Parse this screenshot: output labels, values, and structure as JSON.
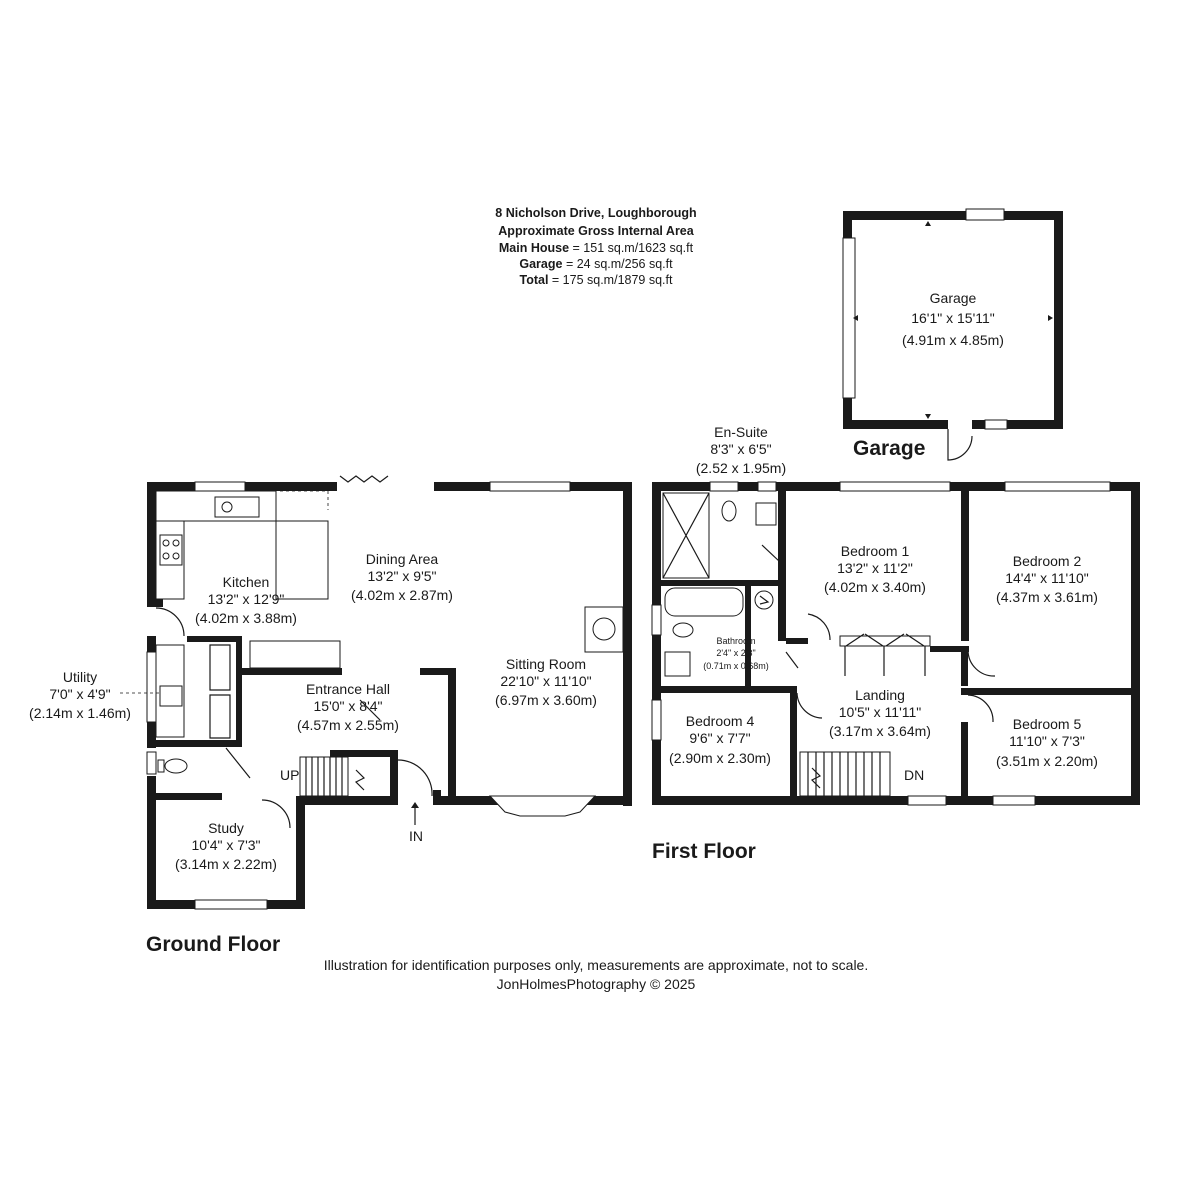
{
  "header": {
    "address": "8 Nicholson Drive, Loughborough",
    "subtitle": "Approximate Gross Internal Area",
    "main_house_label": "Main House",
    "main_house_value": " = 151 sq.m/1623 sq.ft",
    "garage_label": "Garage",
    "garage_value": " = 24 sq.m/256 sq.ft",
    "total_label": "Total",
    "total_value": " = 175 sq.m/1879 sq.ft"
  },
  "floors": {
    "ground": "Ground Floor",
    "first": "First Floor",
    "garage": "Garage"
  },
  "rooms": {
    "garage": {
      "name": "Garage",
      "imperial": "16'1\" x 15'11\"",
      "metric": "(4.91m x 4.85m)"
    },
    "kitchen": {
      "name": "Kitchen",
      "imperial": "13'2\" x 12'9\"",
      "metric": "(4.02m x 3.88m)"
    },
    "dining": {
      "name": "Dining Area",
      "imperial": "13'2\" x 9'5\"",
      "metric": "(4.02m x 2.87m)"
    },
    "sitting": {
      "name": "Sitting Room",
      "imperial": "22'10\" x 11'10\"",
      "metric": "(6.97m x 3.60m)"
    },
    "utility": {
      "name": "Utility",
      "imperial": "7'0\" x 4'9\"",
      "metric": "(2.14m x 1.46m)"
    },
    "hall": {
      "name": "Entrance Hall",
      "imperial": "15'0\" x 8'4\"",
      "metric": "(4.57m x 2.55m)"
    },
    "study": {
      "name": "Study",
      "imperial": "10'4\" x 7'3\"",
      "metric": "(3.14m x 2.22m)"
    },
    "ensuite": {
      "name": "En-Suite",
      "imperial": "8'3\" x 6'5\"",
      "metric": "(2.52 x 1.95m)"
    },
    "bed1": {
      "name": "Bedroom 1",
      "imperial": "13'2\" x 11'2\"",
      "metric": "(4.02m x 3.40m)"
    },
    "bed2": {
      "name": "Bedroom 2",
      "imperial": "14'4\" x 11'10\"",
      "metric": "(4.37m x 3.61m)"
    },
    "bathroom": {
      "name": "Bathroom",
      "imperial": "2'4\" x 2'3\"",
      "metric": "(0.71m x 0.68m)"
    },
    "landing": {
      "name": "Landing",
      "imperial": "10'5\" x 11'11\"",
      "metric": "(3.17m x 3.64m)"
    },
    "bed4": {
      "name": "Bedroom 4",
      "imperial": "9'6\" x 7'7\"",
      "metric": "(2.90m x 2.30m)"
    },
    "bed5": {
      "name": "Bedroom 5",
      "imperial": "11'10\" x 7'3\"",
      "metric": "(3.51m x 2.20m)"
    }
  },
  "markers": {
    "up": "UP",
    "down": "DN",
    "entrance": "IN"
  },
  "footer": {
    "disclaimer": "Illustration for identification purposes only, measurements are approximate, not to scale.",
    "credit": "JonHolmesPhotography © 2025"
  }
}
